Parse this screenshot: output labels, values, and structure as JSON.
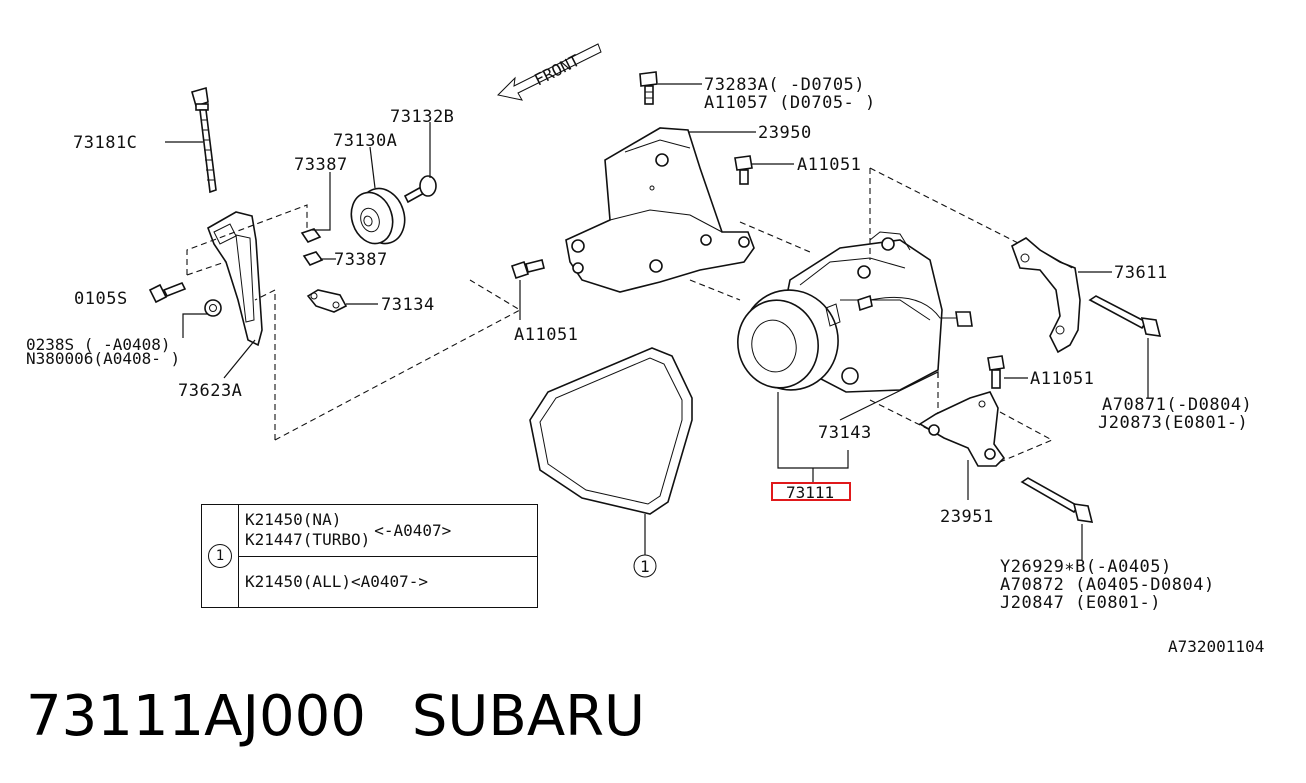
{
  "diagram": {
    "front_label": "FRONT",
    "ref_code": "A732001104",
    "highlighted_part": "73111",
    "labels": {
      "p73181C": "73181C",
      "p73132B": "73132B",
      "p73130A": "73130A",
      "p73387a": "73387",
      "p73387b": "73387",
      "p73134": "73134",
      "p0105S": "0105S",
      "p0238S": "0238S ( -A0408)",
      "pN380006": "N380006(A0408- )",
      "p73623A": "73623A",
      "p73283A": "73283A( -D0705)",
      "pA11057": "A11057 (D0705- )",
      "p23950": "23950",
      "pA11051a": "A11051",
      "pA11051b": "A11051",
      "pA11051c": "A11051",
      "p73611": "73611",
      "pA70871": "A70871(-D0804)",
      "pJ20873": "J20873(E0801-)",
      "p73143": "73143",
      "p23951": "23951",
      "pY26929": "Y26929∗B(-A0405)",
      "pA70872": "A70872  (A0405-D0804)",
      "pJ20847": "J20847   (E0801-)",
      "belt_callout": "1"
    },
    "legend": {
      "index": "1",
      "row1_line1": "K21450(NA)",
      "row1_line2": "K21447(TURBO)",
      "row1_range": "<-A0407>",
      "row2": "K21450(ALL)<A0407->"
    }
  },
  "footer": {
    "part_number": "73111AJ000",
    "brand": "SUBARU"
  }
}
